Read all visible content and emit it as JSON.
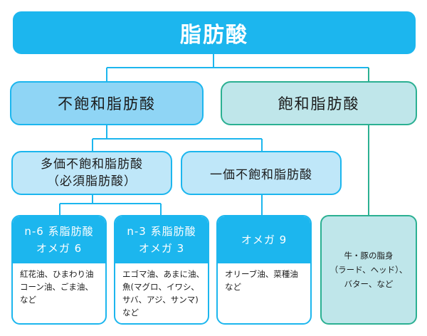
{
  "root": {
    "label": "脂肪酸"
  },
  "unsaturated": {
    "label": "不飽和脂肪酸"
  },
  "saturated": {
    "label": "飽和脂肪酸",
    "examples": [
      "牛・豚の脂身",
      "（ラード、ヘッド）、",
      "バター、など"
    ]
  },
  "polyunsaturated": {
    "label_line1": "多価不飽和脂肪酸",
    "label_line2": "（必須脂肪酸）"
  },
  "monounsaturated": {
    "label": "一価不飽和脂肪酸"
  },
  "omega6": {
    "title_line1": "n-6 系脂肪酸",
    "title_line2": "オメガ 6",
    "examples": [
      "紅花油、ひまわり油",
      "コーン油、ごま油、",
      "など"
    ]
  },
  "omega3": {
    "title_line1": "n-3 系脂肪酸",
    "title_line2": "オメガ 3",
    "examples": [
      "エゴマ油、あまに油、",
      "魚(マグロ、イワシ、",
      "サバ、アジ、サンマ)",
      "など"
    ]
  },
  "omega9": {
    "title": "オメガ 9",
    "examples": [
      "オリーブ油、菜種油",
      "など"
    ]
  },
  "colors": {
    "primary_blue": "#1cb6ee",
    "light_blue": "#8fd5f5",
    "pale_blue": "#bfe7f9",
    "teal_border": "#2bb092",
    "teal_fill": "#bfe6ea"
  }
}
